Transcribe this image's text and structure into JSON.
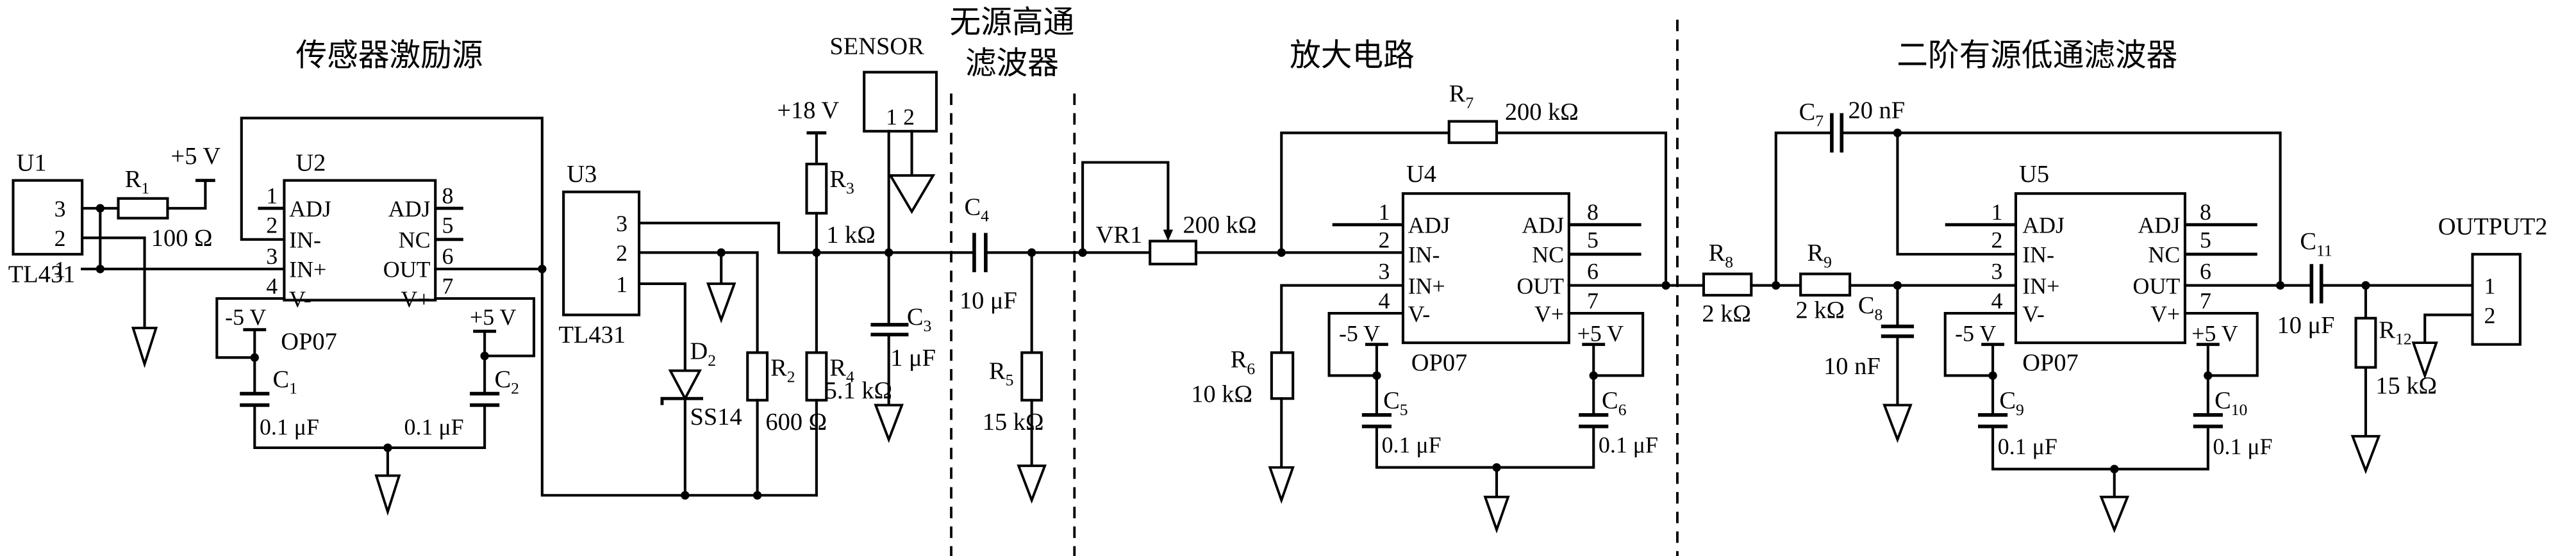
{
  "diagram": {
    "type": "circuit-schematic",
    "sections": [
      {
        "id": "excitation",
        "title": "传感器激励源"
      },
      {
        "id": "highpass",
        "title_line1": "无源高通",
        "title_line2": "滤波器"
      },
      {
        "id": "amplifier",
        "title": "放大电路"
      },
      {
        "id": "lowpass",
        "title": "二阶有源低通滤波器"
      }
    ],
    "opamp_pins": {
      "left": [
        {
          "num": "1",
          "name": "ADJ"
        },
        {
          "num": "2",
          "name": "IN-"
        },
        {
          "num": "3",
          "name": "IN+"
        },
        {
          "num": "4",
          "name": "V-"
        }
      ],
      "right": [
        {
          "num": "8",
          "name": "ADJ"
        },
        {
          "num": "5",
          "name": "NC"
        },
        {
          "num": "6",
          "name": "OUT"
        },
        {
          "num": "7",
          "name": "V+"
        }
      ]
    },
    "components": {
      "U1": {
        "ref": "U1",
        "part": "TL431",
        "pins": [
          "3",
          "2",
          "1"
        ]
      },
      "U2": {
        "ref": "U2",
        "part": "OP07",
        "vneg": "-5 V",
        "vpos": "+5 V"
      },
      "U3": {
        "ref": "U3",
        "part": "TL431",
        "pins": [
          "3",
          "2",
          "1"
        ]
      },
      "U4": {
        "ref": "U4",
        "part": "OP07",
        "vneg": "-5 V",
        "vpos": "+5 V"
      },
      "U5": {
        "ref": "U5",
        "part": "OP07",
        "vneg": "-5 V",
        "vpos": "+5 V"
      },
      "R1": {
        "ref": "R",
        "sub": "1",
        "value": "100 Ω"
      },
      "R2": {
        "ref": "R",
        "sub": "2",
        "value": "600 Ω"
      },
      "R3": {
        "ref": "R",
        "sub": "3",
        "value": "1 kΩ"
      },
      "R4": {
        "ref": "R",
        "sub": "4",
        "value": "5.1 kΩ"
      },
      "R5": {
        "ref": "R",
        "sub": "5",
        "value": "15 kΩ"
      },
      "R6": {
        "ref": "R",
        "sub": "6",
        "value": "10 kΩ"
      },
      "R7": {
        "ref": "R",
        "sub": "7",
        "value": "200 kΩ"
      },
      "R8": {
        "ref": "R",
        "sub": "8",
        "value": "2 kΩ"
      },
      "R9": {
        "ref": "R",
        "sub": "9",
        "value": "2 kΩ"
      },
      "R12": {
        "ref": "R",
        "sub": "12",
        "value": "15 kΩ"
      },
      "VR1": {
        "ref": "VR1",
        "value": "200 kΩ"
      },
      "C1": {
        "ref": "C",
        "sub": "1",
        "value": "0.1 μF"
      },
      "C2": {
        "ref": "C",
        "sub": "2",
        "value": "0.1 μF"
      },
      "C3": {
        "ref": "C",
        "sub": "3",
        "value": "1 μF"
      },
      "C4": {
        "ref": "C",
        "sub": "4",
        "value": "10 μF"
      },
      "C5": {
        "ref": "C",
        "sub": "5",
        "value": "0.1 μF"
      },
      "C6": {
        "ref": "C",
        "sub": "6",
        "value": "0.1 μF"
      },
      "C7": {
        "ref": "C",
        "sub": "7",
        "value": "20 nF"
      },
      "C8": {
        "ref": "C",
        "sub": "8",
        "value": "10 nF"
      },
      "C9": {
        "ref": "C",
        "sub": "9",
        "value": "0.1 μF"
      },
      "C10": {
        "ref": "C",
        "sub": "10",
        "value": "0.1 μF"
      },
      "C11": {
        "ref": "C",
        "sub": "11",
        "value": "10 μF"
      },
      "D2": {
        "ref": "D",
        "sub": "2",
        "part": "SS14"
      },
      "SENSOR": {
        "ref": "SENSOR",
        "pins": "1 2"
      },
      "OUTPUT2": {
        "ref": "OUTPUT2",
        "pins": [
          "1",
          "2"
        ]
      }
    },
    "supplies": {
      "p5": "+5 V",
      "p18": "+18 V"
    },
    "ground_symbol": "ground-icon"
  }
}
